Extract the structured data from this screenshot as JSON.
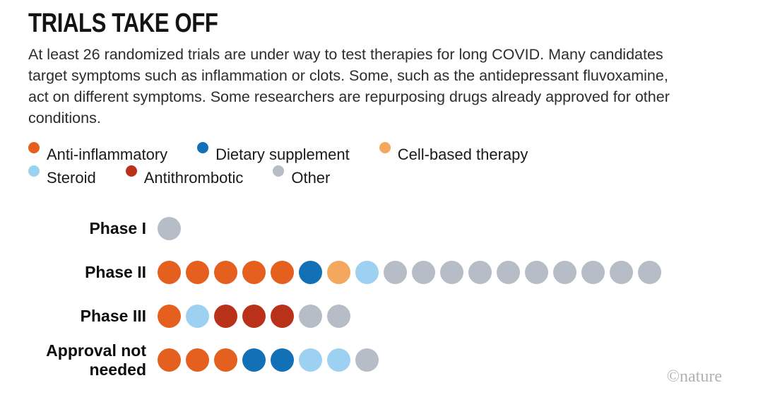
{
  "header": {
    "title": "TRIALS TAKE OFF",
    "description": "At least 26 randomized trials are under way to test therapies for long COVID. Many candidates target symptoms such as inflammation or clots. Some, such as the antidepressant fluvoxamine, act on different symptoms. Some researchers are repurposing drugs already approved for other conditions."
  },
  "colors": {
    "anti_inflammatory": "#E55F1F",
    "dietary_supplement": "#1170B6",
    "cell_based_therapy": "#F3A85E",
    "steroid": "#9CD1F1",
    "antithrombotic": "#B93118",
    "other": "#B6BDC7"
  },
  "legend": {
    "rows": [
      [
        {
          "key": "anti_inflammatory",
          "label": "Anti-inflammatory"
        },
        {
          "key": "dietary_supplement",
          "label": "Dietary supplement"
        },
        {
          "key": "cell_based_therapy",
          "label": "Cell-based therapy"
        }
      ],
      [
        {
          "key": "steroid",
          "label": "Steroid"
        },
        {
          "key": "antithrombotic",
          "label": "Antithrombotic"
        },
        {
          "key": "other",
          "label": "Other"
        }
      ]
    ]
  },
  "chart_data": {
    "type": "dot-matrix (unit pictograph)",
    "title": "TRIALS TAKE OFF",
    "unit": "1 dot = 1 randomized trial",
    "categories": [
      "Anti-inflammatory",
      "Dietary supplement",
      "Cell-based therapy",
      "Steroid",
      "Antithrombotic",
      "Other"
    ],
    "rows": [
      {
        "label": "Phase I",
        "dots": [
          "other"
        ],
        "counts": {
          "other": 1,
          "total": 1
        }
      },
      {
        "label": "Phase II",
        "dots": [
          "anti_inflammatory",
          "anti_inflammatory",
          "anti_inflammatory",
          "anti_inflammatory",
          "anti_inflammatory",
          "dietary_supplement",
          "cell_based_therapy",
          "steroid",
          "other",
          "other",
          "other",
          "other",
          "other",
          "other",
          "other",
          "other",
          "other",
          "other"
        ],
        "counts": {
          "anti_inflammatory": 5,
          "dietary_supplement": 1,
          "cell_based_therapy": 1,
          "steroid": 1,
          "other": 10,
          "total": 18
        }
      },
      {
        "label": "Phase III",
        "dots": [
          "anti_inflammatory",
          "steroid",
          "antithrombotic",
          "antithrombotic",
          "antithrombotic",
          "other",
          "other"
        ],
        "counts": {
          "anti_inflammatory": 1,
          "steroid": 1,
          "antithrombotic": 3,
          "other": 2,
          "total": 7
        }
      },
      {
        "label": "Approval not needed",
        "dots": [
          "anti_inflammatory",
          "anti_inflammatory",
          "anti_inflammatory",
          "dietary_supplement",
          "dietary_supplement",
          "steroid",
          "steroid",
          "other"
        ],
        "counts": {
          "anti_inflammatory": 3,
          "dietary_supplement": 2,
          "steroid": 2,
          "other": 1,
          "total": 8
        }
      }
    ],
    "legend_position": "top",
    "grid": false
  },
  "footer": {
    "credit": "©nature"
  }
}
